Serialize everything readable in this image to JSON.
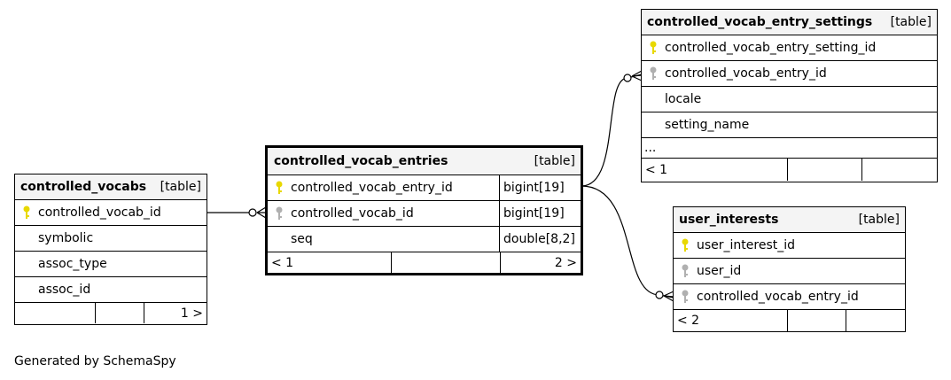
{
  "tables": {
    "controlled_vocabs": {
      "name": "controlled_vocabs",
      "kind": "[table]",
      "columns": [
        {
          "name": "controlled_vocab_id",
          "key": "primary"
        },
        {
          "name": "symbolic",
          "key": ""
        },
        {
          "name": "assoc_type",
          "key": ""
        },
        {
          "name": "assoc_id",
          "key": ""
        }
      ],
      "footer": {
        "parents": "",
        "children": "1 >"
      }
    },
    "controlled_vocab_entries": {
      "name": "controlled_vocab_entries",
      "kind": "[table]",
      "columns": [
        {
          "name": "controlled_vocab_entry_id",
          "type": "bigint[19]",
          "key": "primary"
        },
        {
          "name": "controlled_vocab_id",
          "type": "bigint[19]",
          "key": "foreign"
        },
        {
          "name": "seq",
          "type": "double[8,2]",
          "key": ""
        }
      ],
      "footer": {
        "parents": "< 1",
        "children": "2 >"
      }
    },
    "controlled_vocab_entry_settings": {
      "name": "controlled_vocab_entry_settings",
      "kind": "[table]",
      "columns": [
        {
          "name": "controlled_vocab_entry_setting_id",
          "key": "primary"
        },
        {
          "name": "controlled_vocab_entry_id",
          "key": "foreign"
        },
        {
          "name": "locale",
          "key": ""
        },
        {
          "name": "setting_name",
          "key": ""
        }
      ],
      "more": "...",
      "footer": {
        "parents": "< 1",
        "children": ""
      }
    },
    "user_interests": {
      "name": "user_interests",
      "kind": "[table]",
      "columns": [
        {
          "name": "user_interest_id",
          "key": "primary"
        },
        {
          "name": "user_id",
          "key": "foreign"
        },
        {
          "name": "controlled_vocab_entry_id",
          "key": "foreign"
        }
      ],
      "footer": {
        "parents": "< 2",
        "children": ""
      }
    }
  },
  "key_colors": {
    "primary": "#e8d800",
    "foreign": "#b0b0b0"
  },
  "generated_by": "Generated by SchemaSpy"
}
